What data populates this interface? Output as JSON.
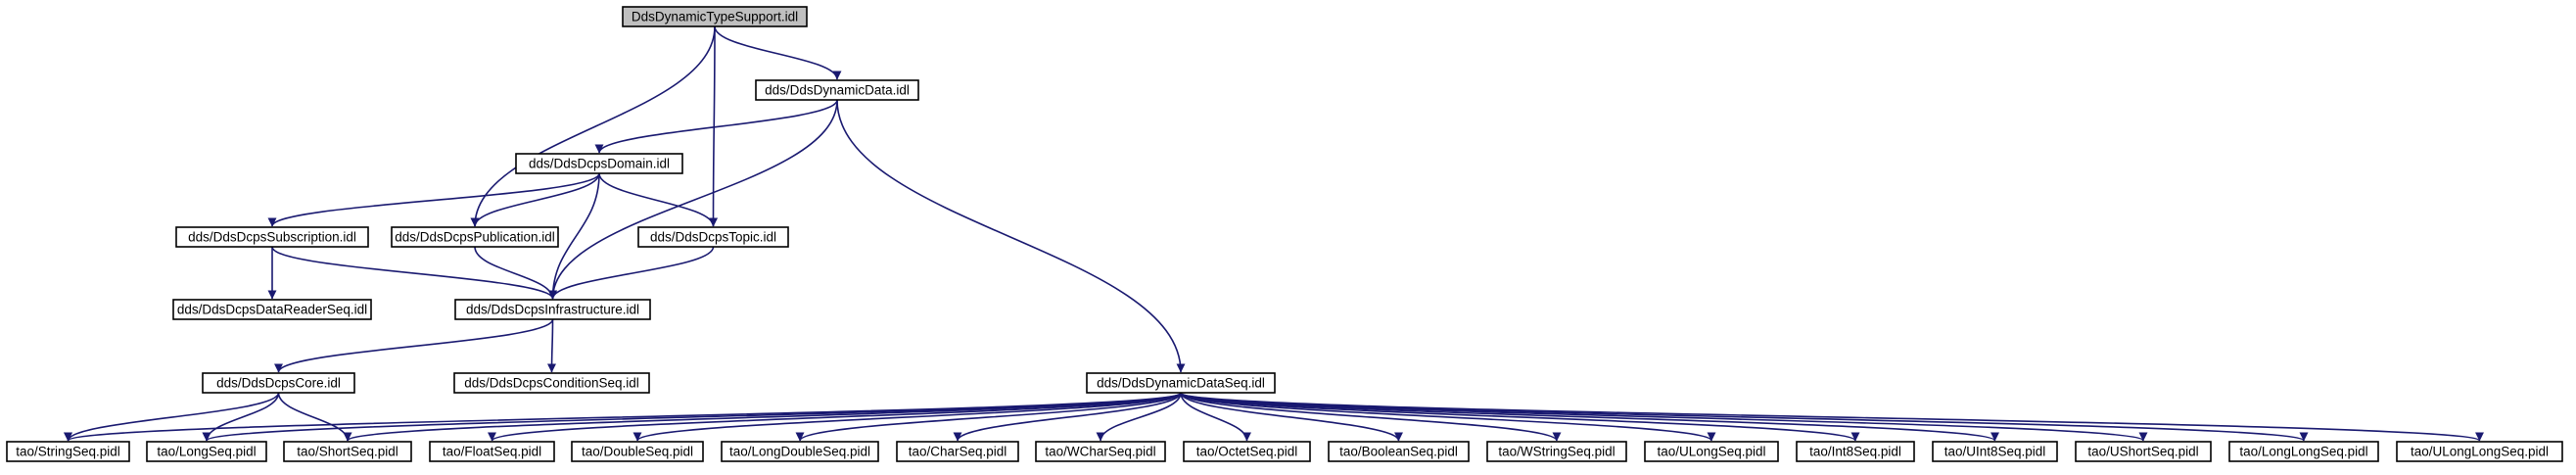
{
  "diagram": {
    "type": "include-dependency-graph",
    "root": "DdsDynamicTypeSupport.idl",
    "colors": {
      "edge": "#191970",
      "root_fill": "#bfbfbf",
      "node_fill": "#ffffff",
      "border": "#000000"
    },
    "nodes": [
      {
        "id": "n0",
        "label": "DdsDynamicTypeSupport.idl",
        "root": true
      },
      {
        "id": "n1",
        "label": "dds/DdsDynamicData.idl"
      },
      {
        "id": "n2",
        "label": "dds/DdsDcpsDomain.idl"
      },
      {
        "id": "n3",
        "label": "dds/DdsDcpsSubscription.idl"
      },
      {
        "id": "n4",
        "label": "dds/DdsDcpsPublication.idl"
      },
      {
        "id": "n5",
        "label": "dds/DdsDcpsTopic.idl"
      },
      {
        "id": "n6",
        "label": "dds/DdsDcpsDataReaderSeq.idl"
      },
      {
        "id": "n7",
        "label": "dds/DdsDcpsInfrastructure.idl"
      },
      {
        "id": "n8",
        "label": "dds/DdsDcpsCore.idl"
      },
      {
        "id": "n9",
        "label": "dds/DdsDcpsConditionSeq.idl"
      },
      {
        "id": "n10",
        "label": "dds/DdsDynamicDataSeq.idl"
      },
      {
        "id": "n11",
        "label": "tao/StringSeq.pidl"
      },
      {
        "id": "n12",
        "label": "tao/LongSeq.pidl"
      },
      {
        "id": "n13",
        "label": "tao/ShortSeq.pidl"
      },
      {
        "id": "n14",
        "label": "tao/FloatSeq.pidl"
      },
      {
        "id": "n15",
        "label": "tao/DoubleSeq.pidl"
      },
      {
        "id": "n16",
        "label": "tao/LongDoubleSeq.pidl"
      },
      {
        "id": "n17",
        "label": "tao/CharSeq.pidl"
      },
      {
        "id": "n18",
        "label": "tao/WCharSeq.pidl"
      },
      {
        "id": "n19",
        "label": "tao/OctetSeq.pidl"
      },
      {
        "id": "n20",
        "label": "tao/BooleanSeq.pidl"
      },
      {
        "id": "n21",
        "label": "tao/WStringSeq.pidl"
      },
      {
        "id": "n22",
        "label": "tao/ULongSeq.pidl"
      },
      {
        "id": "n23",
        "label": "tao/Int8Seq.pidl"
      },
      {
        "id": "n24",
        "label": "tao/UInt8Seq.pidl"
      },
      {
        "id": "n25",
        "label": "tao/UShortSeq.pidl"
      },
      {
        "id": "n26",
        "label": "tao/LongLongSeq.pidl"
      },
      {
        "id": "n27",
        "label": "tao/ULongLongSeq.pidl"
      }
    ],
    "edges": [
      [
        "n0",
        "n1"
      ],
      [
        "n0",
        "n4"
      ],
      [
        "n0",
        "n5"
      ],
      [
        "n1",
        "n2"
      ],
      [
        "n1",
        "n7"
      ],
      [
        "n1",
        "n10"
      ],
      [
        "n2",
        "n3"
      ],
      [
        "n2",
        "n4"
      ],
      [
        "n2",
        "n5"
      ],
      [
        "n2",
        "n7"
      ],
      [
        "n3",
        "n6"
      ],
      [
        "n3",
        "n7"
      ],
      [
        "n4",
        "n7"
      ],
      [
        "n5",
        "n7"
      ],
      [
        "n7",
        "n8"
      ],
      [
        "n7",
        "n9"
      ],
      [
        "n8",
        "n11"
      ],
      [
        "n8",
        "n12"
      ],
      [
        "n8",
        "n13"
      ],
      [
        "n10",
        "n11"
      ],
      [
        "n10",
        "n12"
      ],
      [
        "n10",
        "n13"
      ],
      [
        "n10",
        "n14"
      ],
      [
        "n10",
        "n15"
      ],
      [
        "n10",
        "n16"
      ],
      [
        "n10",
        "n17"
      ],
      [
        "n10",
        "n18"
      ],
      [
        "n10",
        "n19"
      ],
      [
        "n10",
        "n20"
      ],
      [
        "n10",
        "n21"
      ],
      [
        "n10",
        "n22"
      ],
      [
        "n10",
        "n23"
      ],
      [
        "n10",
        "n24"
      ],
      [
        "n10",
        "n25"
      ],
      [
        "n10",
        "n26"
      ],
      [
        "n10",
        "n27"
      ]
    ]
  }
}
